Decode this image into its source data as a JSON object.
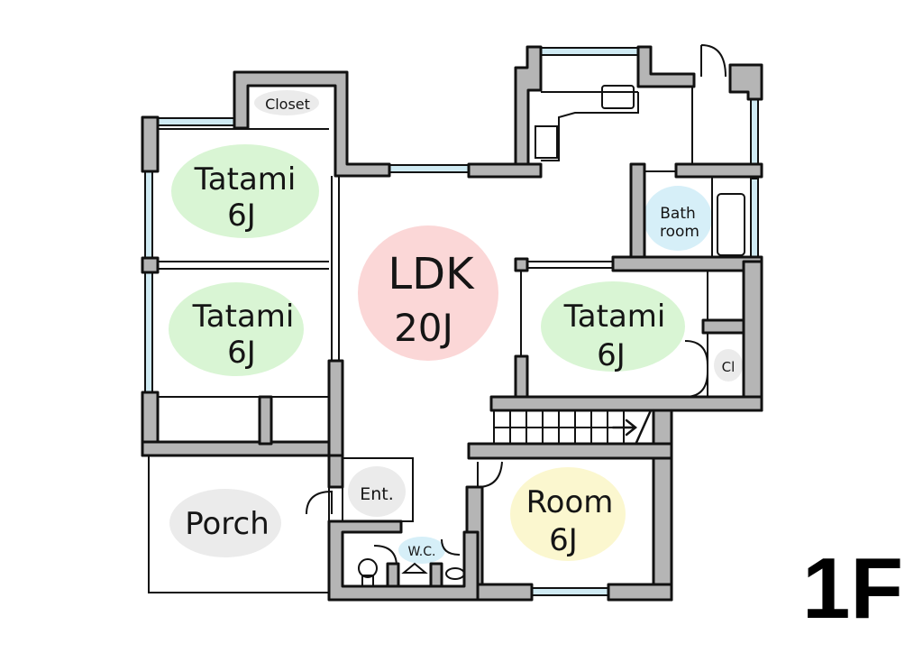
{
  "floor_label": "1F",
  "rooms": [
    {
      "name": "Tatami",
      "size": "6J",
      "color": "#d9f5d4"
    },
    {
      "name": "Tatami",
      "size": "6J",
      "color": "#d9f5d4"
    },
    {
      "name": "LDK",
      "size": "20J",
      "color": "#fbd7d7"
    },
    {
      "name": "Tatami",
      "size": "6J",
      "color": "#d9f5d4"
    },
    {
      "name": "Bath",
      "name2": "room",
      "color": "#d6eff8"
    },
    {
      "name": "Room",
      "size": "6J",
      "color": "#fbf7cf"
    },
    {
      "name": "Porch",
      "color": "#ebebeb"
    },
    {
      "name": "Ent.",
      "color": "#ebebeb"
    },
    {
      "name": "W.C.",
      "color": "#d6eff8"
    },
    {
      "name": "Closet",
      "color": "#ebebeb"
    },
    {
      "name": "Cl",
      "color": "#ebebeb"
    }
  ],
  "colors": {
    "wall": "#b5b5b5",
    "window": "#cfeaf3"
  }
}
